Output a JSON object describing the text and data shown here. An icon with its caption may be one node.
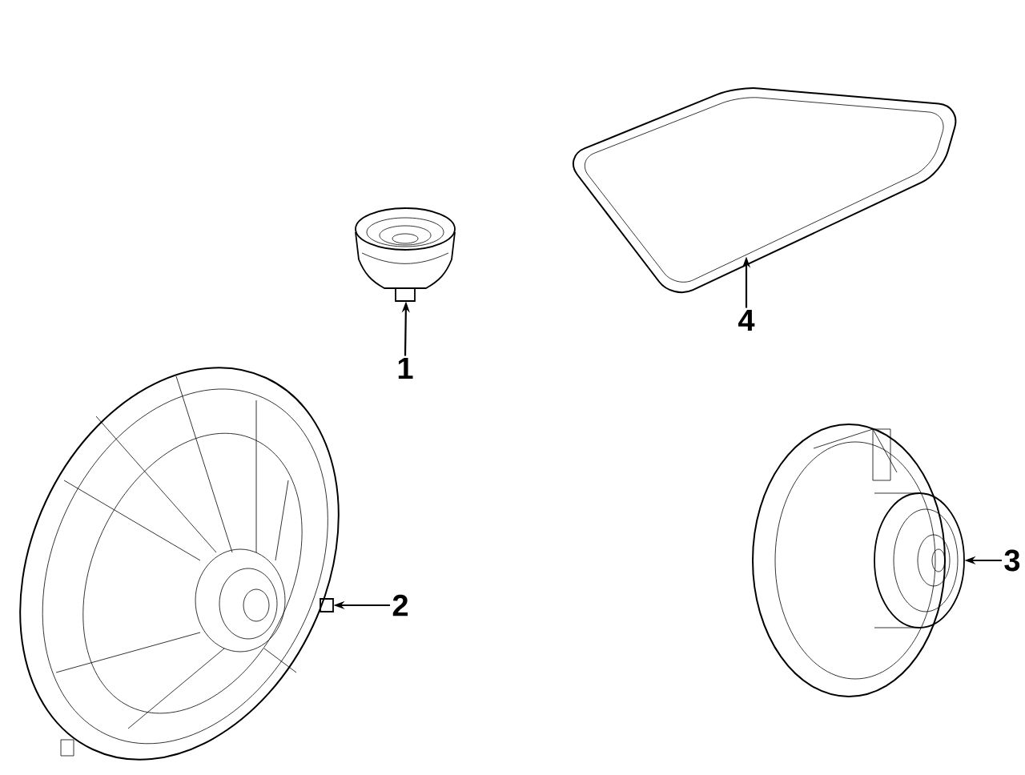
{
  "diagram": {
    "nodes": [
      {
        "text": [],
        "shape": "picture"
      },
      {
        "text": [
          "1"
        ]
      },
      {
        "text": [],
        "shape": "picture"
      },
      {
        "text": [
          "4"
        ]
      },
      {
        "text": [],
        "shape": "picture"
      },
      {
        "text": [
          "2"
        ]
      },
      {
        "text": [],
        "shape": "picture"
      },
      {
        "text": [
          "3"
        ]
      }
    ],
    "edges": [
      {
        "from": 1,
        "to": 0,
        "arrow": "to"
      },
      {
        "from": 3,
        "to": 2,
        "arrow": "to"
      },
      {
        "from": 5,
        "to": 4,
        "arrow": "to"
      },
      {
        "from": 7,
        "to": 6,
        "arrow": "to"
      }
    ]
  }
}
